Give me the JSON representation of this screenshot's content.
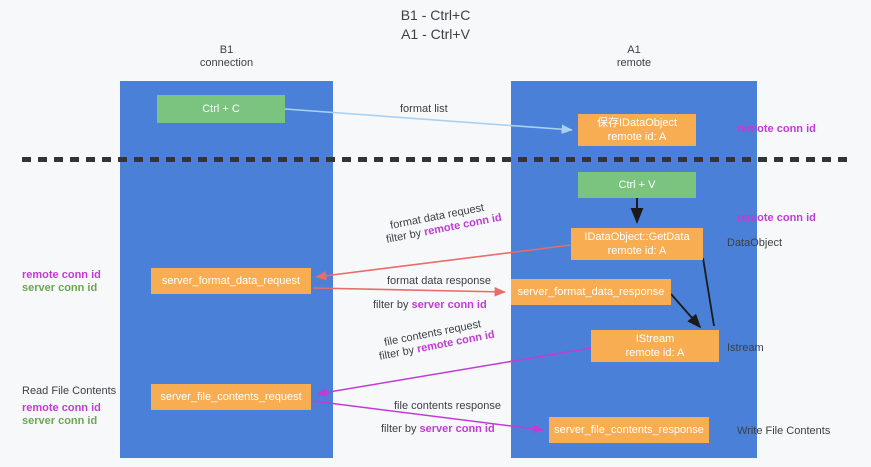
{
  "title": "B1 - Ctrl+C\nA1 - Ctrl+V",
  "lanes": [
    {
      "name": "b1",
      "header": "B1\nconnection",
      "color": "#4a80d8"
    },
    {
      "name": "a1",
      "header": "A1\nremote",
      "color": "#4a80d8"
    }
  ],
  "nodes": {
    "ctrl_c": "Ctrl + C",
    "save_idataobject": "保存IDataObject\nremote id: A",
    "ctrl_v": "Ctrl + V",
    "getdata": "IDataObject::GetData\nremote id: A",
    "format_data_request": "server_format_data_request",
    "format_data_response": "server_format_data_response",
    "istream": "IStream\nremote id: A",
    "file_contents_request": "server_file_contents_request",
    "file_contents_response": "server_file_contents_response"
  },
  "edges": {
    "format_list": "format list",
    "format_data_request": "format data request",
    "format_data_request_filter_prefix": "filter by ",
    "format_data_request_filter_key": "remote conn id",
    "format_data_response": "format data response",
    "format_data_response_filter_prefix": "filter by ",
    "format_data_response_filter_key": "server conn id",
    "file_contents_request": "file contents request",
    "file_contents_request_filter_prefix": "filter by ",
    "file_contents_request_filter_key": "remote conn id",
    "file_contents_response": "file contents response",
    "file_contents_response_filter_prefix": "filter by ",
    "file_contents_response_filter_key": "server conn id"
  },
  "annotations": {
    "right_remote_conn_id_top": "remote conn id",
    "right_remote_conn_id_mid": "remote conn id",
    "right_dataobject": "DataObject",
    "right_istream": "Istream",
    "right_write_file_contents": "Write File Contents",
    "left_remote_conn_id_mid": "remote conn id",
    "left_server_conn_id_mid": "server conn id",
    "left_read_file_contents": "Read File Contents",
    "left_remote_conn_id_bottom": "remote conn id",
    "left_server_conn_id_bottom": "server conn id"
  },
  "colors": {
    "lane_blue": "#4a80d8",
    "node_green": "#7ac47f",
    "node_orange": "#f9ad53",
    "divider": "#333436",
    "edge_light_blue": "#a9d2f0",
    "edge_red": "#e86c68",
    "edge_magenta": "#c23bd4",
    "edge_black": "#1a1a1a",
    "highlight_remote": "#c23bd4",
    "highlight_server": "#6aa84f",
    "background": "#f7f8fa"
  }
}
